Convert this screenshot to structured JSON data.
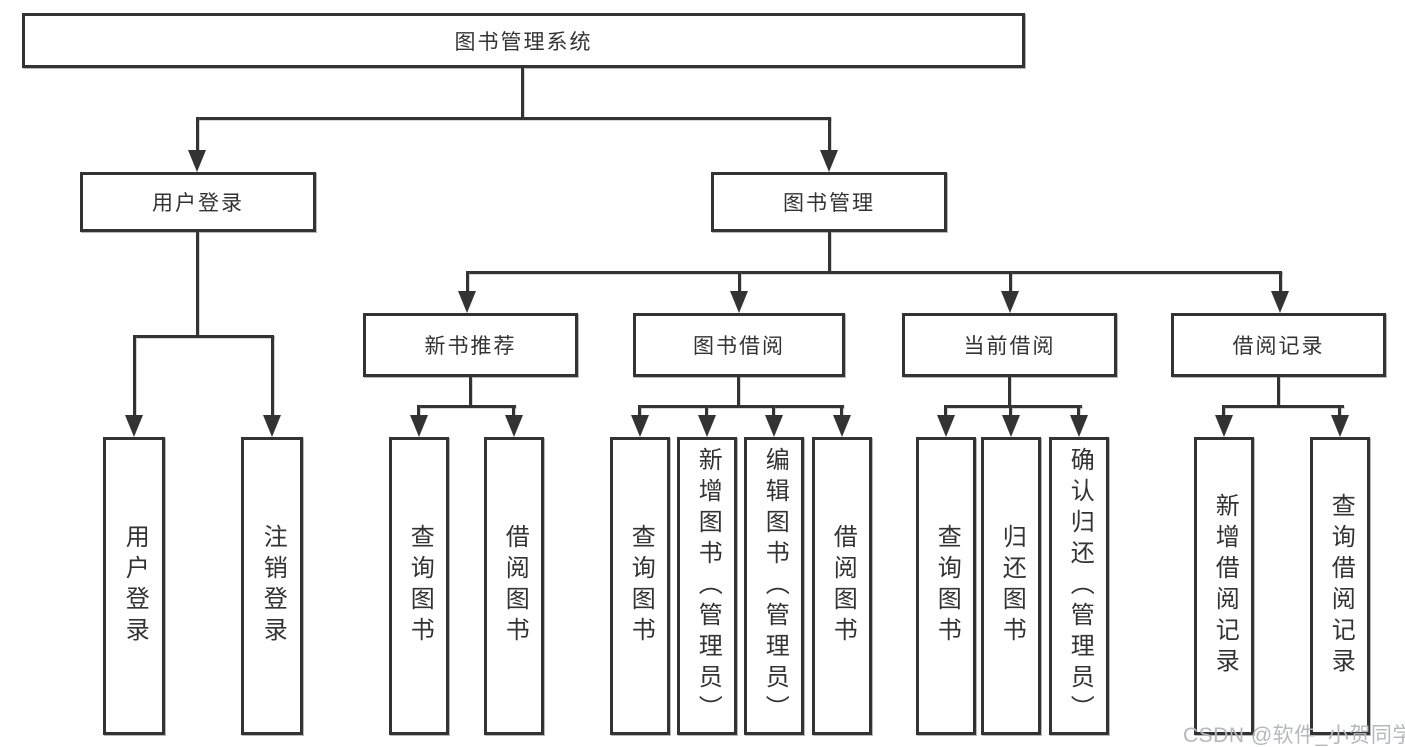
{
  "diagram_title": "图书管理系统",
  "colors": {
    "line": "#333333",
    "text": "#333333",
    "watermark": "#b5b8bd",
    "background": "#ffffff"
  },
  "tree": {
    "root": {
      "label": "图书管理系统",
      "children": [
        {
          "label": "用户登录",
          "children": [
            {
              "label": "用户登录"
            },
            {
              "label": "注销登录"
            }
          ]
        },
        {
          "label": "图书管理",
          "children": [
            {
              "label": "新书推荐",
              "children": [
                {
                  "label": "查询图书"
                },
                {
                  "label": "借阅图书"
                }
              ]
            },
            {
              "label": "图书借阅",
              "children": [
                {
                  "label": "查询图书"
                },
                {
                  "label": "新增图书（管理员）"
                },
                {
                  "label": "编辑图书（管理员）"
                },
                {
                  "label": "借阅图书"
                }
              ]
            },
            {
              "label": "当前借阅",
              "children": [
                {
                  "label": "查询图书"
                },
                {
                  "label": "归还图书"
                },
                {
                  "label": "确认归还（管理员）"
                }
              ]
            },
            {
              "label": "借阅记录",
              "children": [
                {
                  "label": "新增借阅记录"
                },
                {
                  "label": "查询借阅记录"
                }
              ]
            }
          ]
        }
      ]
    }
  },
  "watermark": {
    "text": "CSDN @软件_小贺同学"
  }
}
